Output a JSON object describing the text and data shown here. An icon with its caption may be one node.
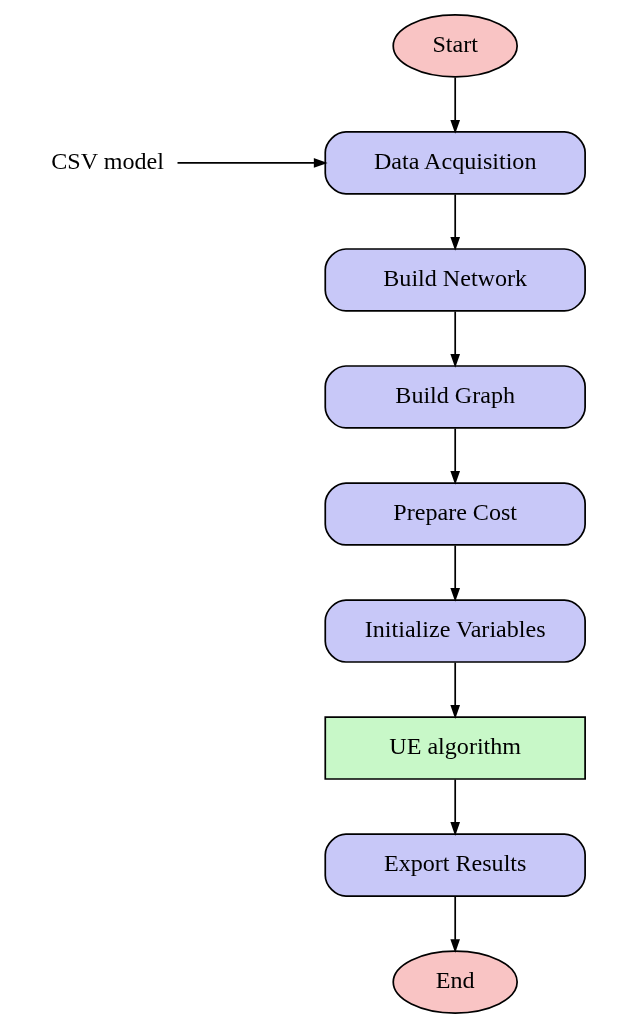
{
  "diagram": {
    "nodes": [
      {
        "text": [
          "Start"
        ]
      },
      {
        "text": [
          "CSV model"
        ]
      },
      {
        "text": [
          "Data Acquisition"
        ]
      },
      {
        "text": [
          "Build Network"
        ]
      },
      {
        "text": [
          "Build Graph"
        ]
      },
      {
        "text": [
          "Prepare Cost"
        ]
      },
      {
        "text": [
          "Initialize Variables"
        ]
      },
      {
        "text": [
          "UE algorithm"
        ]
      },
      {
        "text": [
          "Export Results"
        ]
      },
      {
        "text": [
          "End"
        ]
      }
    ],
    "edges": [
      {
        "from": 0,
        "to": 2,
        "arrow": "to"
      },
      {
        "from": 1,
        "to": 2,
        "arrow": "to"
      },
      {
        "from": 2,
        "to": 3,
        "arrow": "to"
      },
      {
        "from": 3,
        "to": 4,
        "arrow": "to"
      },
      {
        "from": 4,
        "to": 5,
        "arrow": "to"
      },
      {
        "from": 5,
        "to": 6,
        "arrow": "to"
      },
      {
        "from": 6,
        "to": 7,
        "arrow": "to"
      },
      {
        "from": 7,
        "to": 8,
        "arrow": "to"
      },
      {
        "from": 8,
        "to": 9,
        "arrow": "to"
      }
    ]
  }
}
